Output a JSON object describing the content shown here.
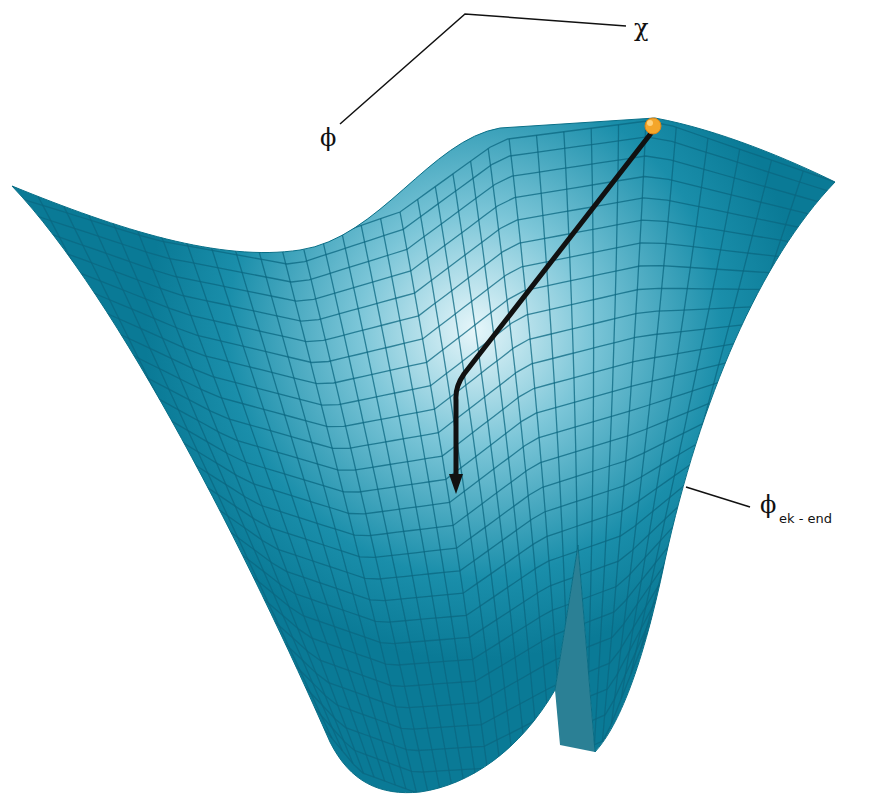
{
  "diagram": {
    "labels": [
      "χ",
      "ϕ",
      "ϕ",
      "ek - end"
    ]
  }
}
